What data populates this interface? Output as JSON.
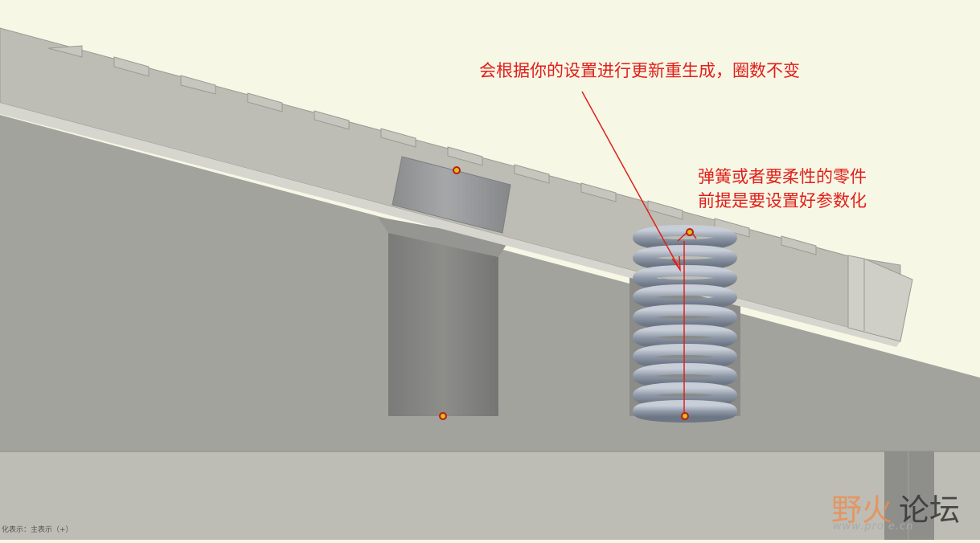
{
  "annotations": {
    "note_update": "会根据你的设置进行更新重生成，圈数不变",
    "note_flexible_line1": "弹簧或者要柔性的零件",
    "note_flexible_line2": "前提是要设置好参数化"
  },
  "status_bar": {
    "text": "化表示：主表示（+）"
  },
  "watermark": {
    "brand_a": "野火",
    "brand_b": "论坛",
    "url": "www.pro                e.cn"
  },
  "colors": {
    "background": "#f7f7e6",
    "annotation": "#e0201a",
    "spring": "#8c96a4",
    "plate": "#bdbdb5",
    "block": "#a3a39e"
  },
  "icons": [
    "datum-point-icon",
    "pencil-arrow-icon"
  ]
}
